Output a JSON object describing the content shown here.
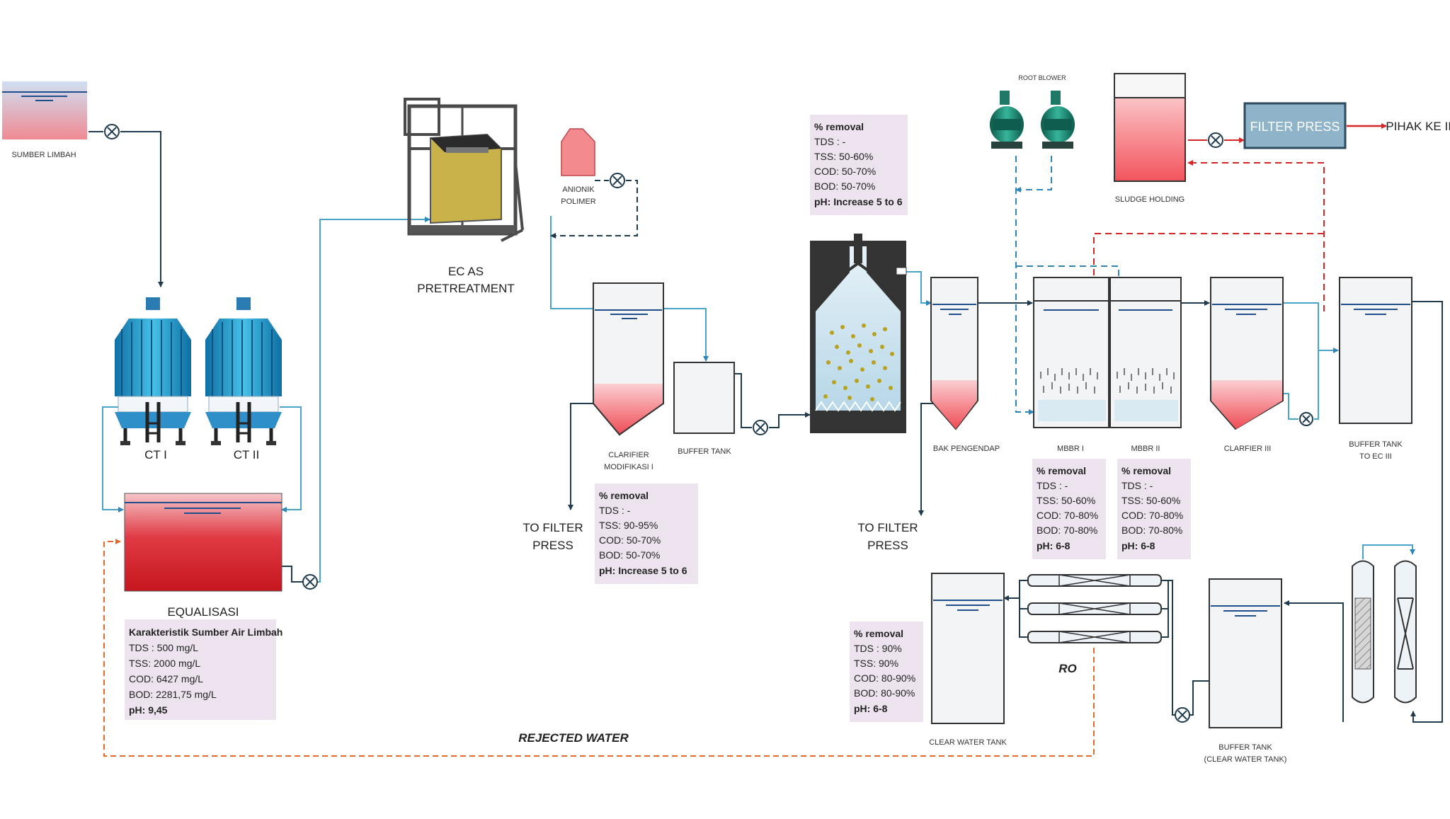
{
  "labels": {
    "sumber_limbah": "SUMBER LIMBAH",
    "ct1": "CT I",
    "ct2": "CT II",
    "equalisasi": "EQUALISASI",
    "ec_as_1": "EC AS",
    "ec_as_2": "PRETREATMENT",
    "anionik_1": "ANIONIK",
    "anionik_2": "POLIMER",
    "clarifier_mod_1": "CLARIFIER",
    "clarifier_mod_2": "MODIFIKASI I",
    "buffer_tank": "BUFFER TANK",
    "to_filter_1a": "TO FILTER",
    "to_filter_1b": "PRESS",
    "to_filter_2a": "TO FILTER",
    "to_filter_2b": "PRESS",
    "root_blower": "ROOT BLOWER",
    "sludge_holding": "SLUDGE HOLDING",
    "filter_press": "FILTER PRESS",
    "pihak_ke_iii": "PIHAK KE III",
    "bak_pengendap": "BAK PENGENDAP",
    "mbbr1": "MBBR I",
    "mbbr2": "MBBR II",
    "clarifier3": "CLARFIER III",
    "buffer_ec_1": "BUFFER TANK",
    "buffer_ec_2": "TO EC III",
    "ro": "RO",
    "clear_water_tank": "CLEAR WATER TANK",
    "buffer_clear_1": "BUFFER TANK",
    "buffer_clear_2": "(CLEAR WATER TANK)",
    "rejected_water": "REJECTED WATER"
  },
  "boxes": {
    "karakteristik": {
      "title": "Karakteristik Sumber Air Limbah",
      "lines": [
        "TDS : 500 mg/L",
        "TSS: 2000 mg/L",
        "COD: 6427 mg/L",
        "BOD: 2281,75 mg/L"
      ],
      "last": "pH: 9,45"
    },
    "removal_clarifier": {
      "title": "% removal",
      "lines": [
        "TDS : -",
        "TSS: 90-95%",
        "COD: 50-70%",
        "BOD: 50-70%"
      ],
      "last": "pH: Increase 5 to 6"
    },
    "removal_reactor": {
      "title": "% removal",
      "lines": [
        "TDS : -",
        "TSS: 50-60%",
        "COD: 50-70%",
        "BOD: 50-70%"
      ],
      "last": "pH: Increase 5 to 6"
    },
    "removal_mbbr1": {
      "title": "% removal",
      "lines": [
        "TDS : -",
        "TSS: 50-60%",
        "COD: 70-80%",
        "BOD: 70-80%"
      ],
      "last": "pH: 6-8"
    },
    "removal_mbbr2": {
      "title": "% removal",
      "lines": [
        "TDS : -",
        "TSS: 50-60%",
        "COD: 70-80%",
        "BOD: 70-80%"
      ],
      "last": "pH: 6-8"
    },
    "removal_ro": {
      "title": "% removal",
      "lines": [
        "TDS : 90%",
        "TSS: 90%",
        "COD: 80-90%",
        "BOD: 80-90%"
      ],
      "last": "pH: 6-8"
    }
  },
  "colors": {
    "flow_line": "#1f3b4d",
    "water_line": "#4aa3c8",
    "sludge_line": "#d62728",
    "rejected_line": "#e06b2a",
    "info_box": "#ede3ef",
    "sludge_fill": "#f28a8e",
    "filter_press_fill": "#8fb3c8"
  }
}
